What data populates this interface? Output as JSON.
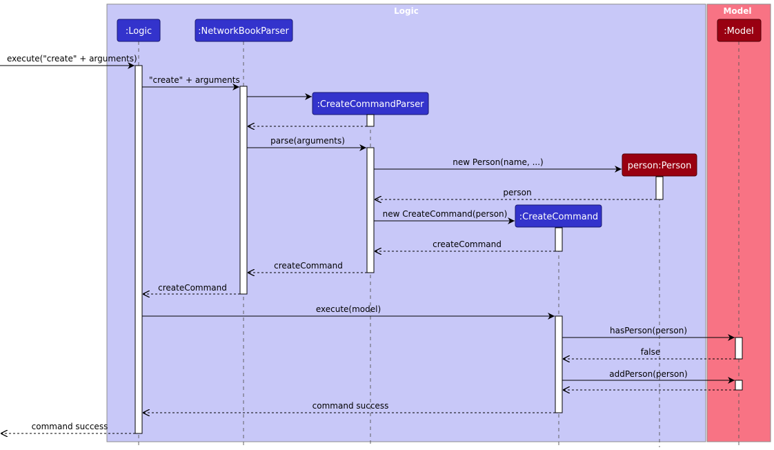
{
  "boxes": {
    "logic": {
      "title": "Logic",
      "color": "#c8c8f8"
    },
    "model": {
      "title": "Model",
      "color": "#f87384"
    }
  },
  "participants": {
    "logic": {
      "label": ":Logic",
      "color": "#3333cc"
    },
    "parser": {
      "label": ":NetworkBookParser",
      "color": "#3333cc"
    },
    "ccp": {
      "label": ":CreateCommandParser",
      "color": "#3333cc"
    },
    "person": {
      "label": "person:Person",
      "color": "#990011"
    },
    "cc": {
      "label": ":CreateCommand",
      "color": "#3333cc"
    },
    "model": {
      "label": ":Model",
      "color": "#990011"
    }
  },
  "messages": {
    "m1": "execute(\"create\" + arguments)",
    "m2": "\"create\" + arguments",
    "m4": "parse(arguments)",
    "m5": "new Person(name, ...)",
    "m6": "person",
    "m7": "new CreateCommand(person)",
    "m8": "createCommand",
    "m9": "createCommand",
    "m10": "createCommand",
    "m11": "execute(model)",
    "m12": "hasPerson(person)",
    "m13": "false",
    "m14": "addPerson(person)",
    "m16": "command success",
    "m17": "command success"
  }
}
